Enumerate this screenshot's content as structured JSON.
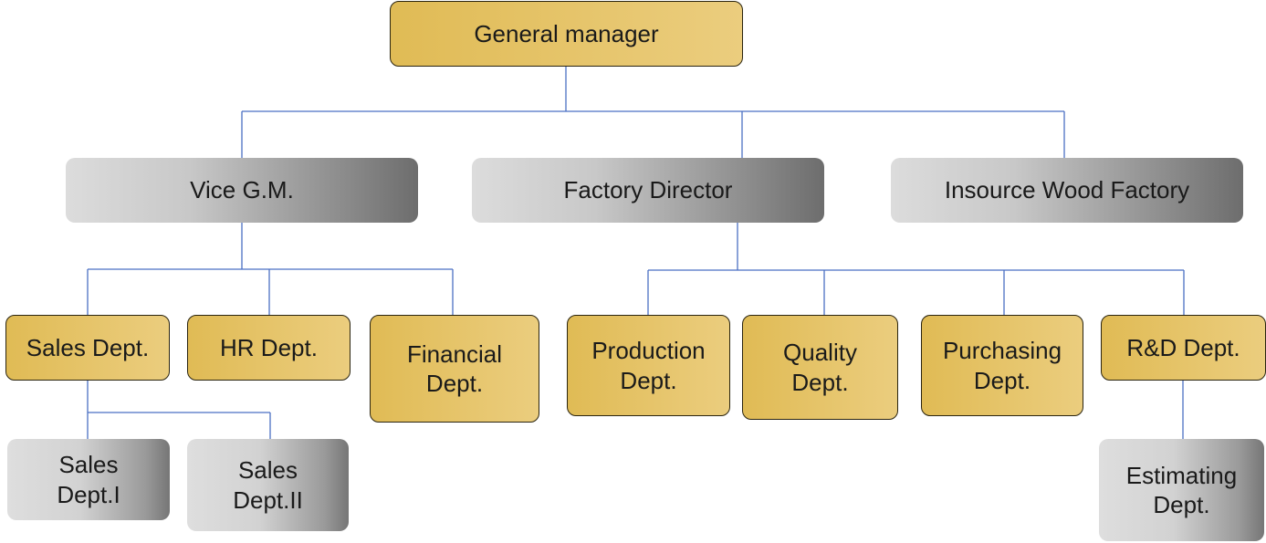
{
  "org_chart": {
    "general_manager": "General manager",
    "vice_gm": "Vice G.M.",
    "factory_director": "Factory Director",
    "insource_wood_factory": "Insource Wood Factory",
    "sales_dept": "Sales Dept.",
    "hr_dept": "HR Dept.",
    "financial_dept": "Financial\nDept.",
    "production_dept": "Production\nDept.",
    "quality_dept": "Quality\nDept.",
    "purchasing_dept": "Purchasing\nDept.",
    "rd_dept": "R&D Dept.",
    "sales_dept_1": "Sales\nDept.I",
    "sales_dept_2": "Sales\nDept.II",
    "estimating_dept": "Estimating\nDept."
  },
  "colors": {
    "gold_box": "#e0bb55",
    "grey_box": "#8a8a8a",
    "connector": "#4a6fc4"
  }
}
